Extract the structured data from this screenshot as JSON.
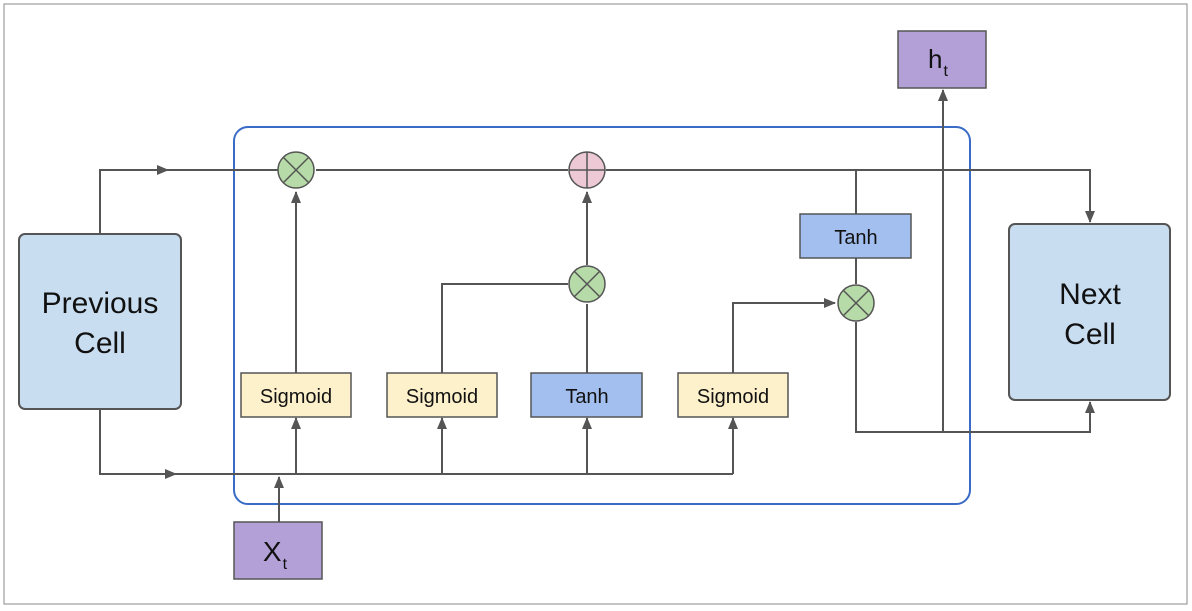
{
  "diagram": {
    "previous_cell": {
      "line1": "Previous",
      "line2": "Cell"
    },
    "next_cell": {
      "line1": "Next",
      "line2": "Cell"
    },
    "input": {
      "base": "X",
      "subscript": "t"
    },
    "output": {
      "base": "h",
      "subscript": "t"
    },
    "gates": {
      "forget": "Sigmoid",
      "input": "Sigmoid",
      "candidate": "Tanh",
      "output": "Sigmoid",
      "cell_tanh": "Tanh"
    },
    "colors": {
      "cell_box": "#c9ddf0",
      "sigmoid_box": "#fdf1cc",
      "tanh_box": "#a3bff0",
      "io_box": "#b3a0d6",
      "multiply_op": "#b7dba8",
      "add_op": "#ecc9d4",
      "frame": "#3a6cc7",
      "line": "#555555"
    }
  }
}
